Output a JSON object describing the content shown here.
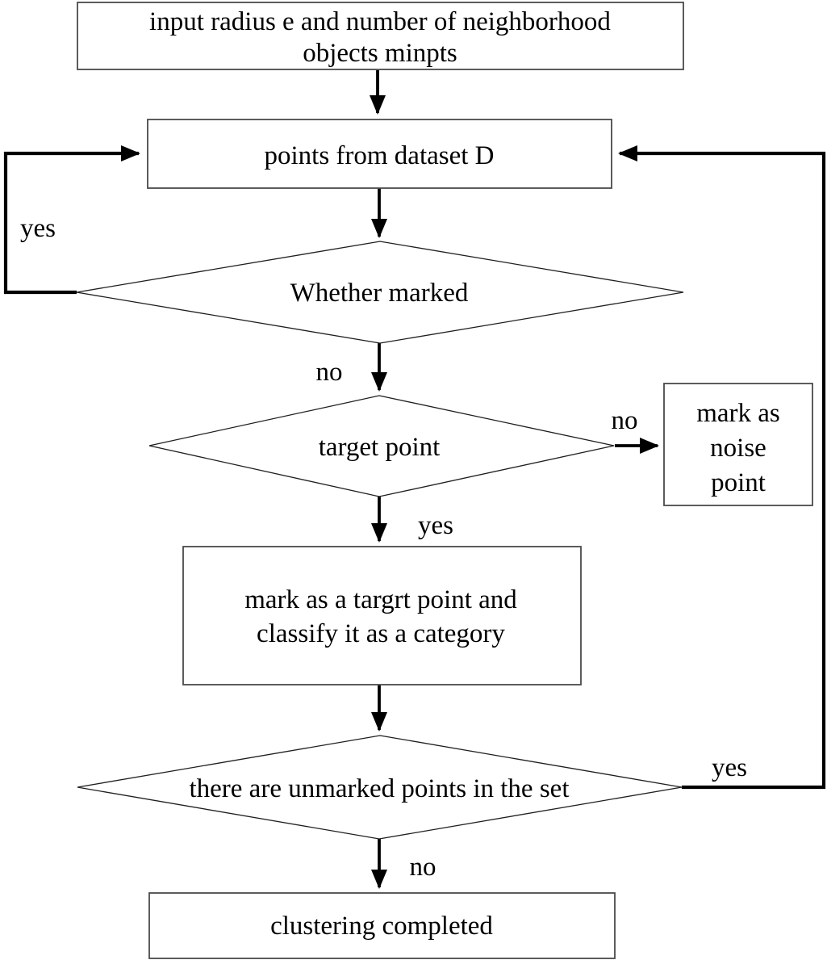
{
  "diagram": {
    "kind": "flowchart",
    "colors": {
      "background": "#ffffff",
      "line": "#000000",
      "box_border": "#4a4a4a",
      "text": "#000000"
    },
    "nodes": {
      "input": {
        "shape": "rect",
        "lines": [
          "input radius e and number of neighborhood",
          "objects minpts"
        ]
      },
      "dataset": {
        "shape": "rect",
        "label": "points from dataset D"
      },
      "whether_marked": {
        "shape": "diamond",
        "label": "Whether marked"
      },
      "target_point": {
        "shape": "diamond",
        "label": "target point"
      },
      "noise": {
        "shape": "rect",
        "lines": [
          "mark as",
          "noise",
          "point"
        ]
      },
      "mark_target": {
        "shape": "rect",
        "lines": [
          "mark as a targrt point and",
          "classify it as a category"
        ]
      },
      "unmarked": {
        "shape": "diamond",
        "label": "there are unmarked points in the set"
      },
      "completed": {
        "shape": "rect",
        "label": "clustering completed"
      }
    },
    "edge_labels": {
      "whether_marked_yes": "yes",
      "whether_marked_no": "no",
      "target_point_no": "no",
      "target_point_yes": "yes",
      "unmarked_yes": "yes",
      "unmarked_no": "no"
    }
  }
}
